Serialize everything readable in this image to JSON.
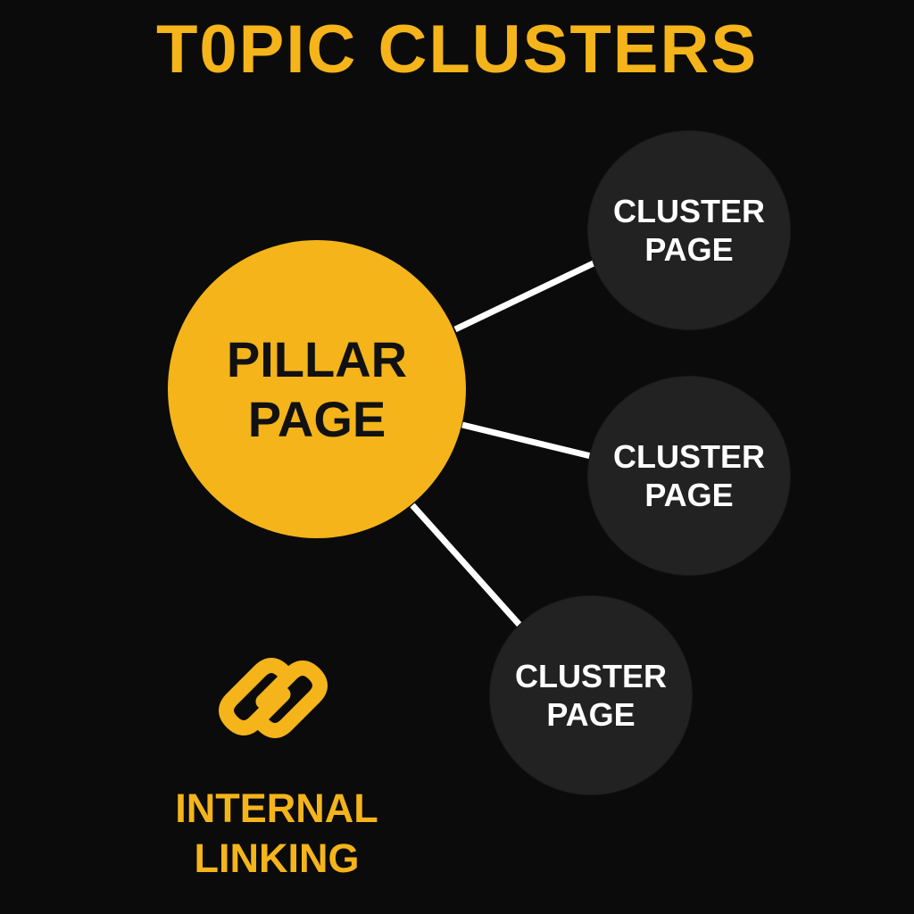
{
  "title": "T0PIC CLUSTERS",
  "pillar": {
    "line1": "PILLAR",
    "line2": "PAGE"
  },
  "clusters": [
    {
      "line1": "CLUSTER",
      "line2": "PAGE"
    },
    {
      "line1": "CLUSTER",
      "line2": "PAGE"
    },
    {
      "line1": "CLUSTER",
      "line2": "PAGE"
    }
  ],
  "footer": {
    "line1": "INTERNAL",
    "line2": "LINKING"
  },
  "icons": {
    "link": "link-chain-icon"
  },
  "colors": {
    "background": "#0b0b0b",
    "accent": "#f4b41a",
    "cluster_fill": "#222222",
    "connector": "#ffffff"
  }
}
